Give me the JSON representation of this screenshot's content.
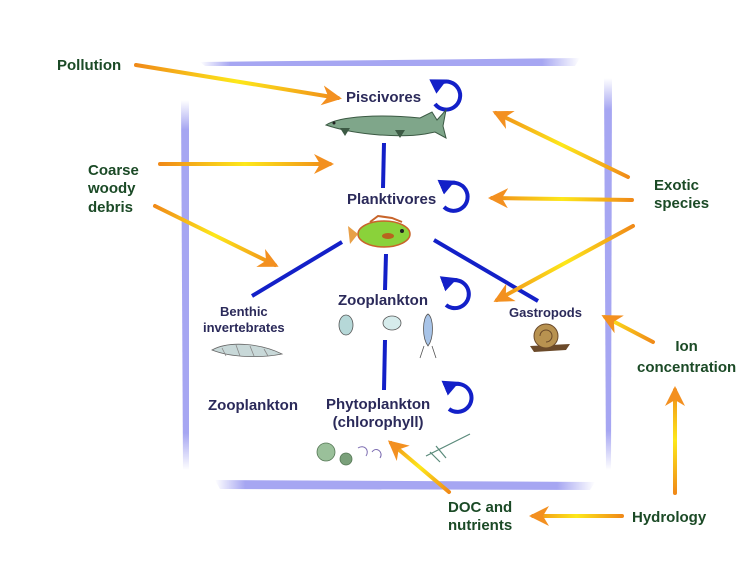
{
  "colors": {
    "frame": "#9c9cf0",
    "link": "#1320c8",
    "driver_arrow_start": "#f08a18",
    "driver_arrow_mid": "#fde81a",
    "driver_text": "#1b4a26",
    "node_text": "#2b2a5a"
  },
  "drivers": {
    "pollution": "Pollution",
    "coarse_woody_debris": [
      "Coarse",
      "woody",
      "debris"
    ],
    "exotic_species": [
      "Exotic",
      "species"
    ],
    "ion_concentration": [
      "Ion",
      "concentration"
    ],
    "hydrology": "Hydrology",
    "doc_nutrients": [
      "DOC and",
      "nutrients"
    ]
  },
  "nodes": {
    "piscivores": {
      "label": "Piscivores",
      "icon": "pike-fish-icon",
      "self_loop": true
    },
    "planktivores": {
      "label": "Planktivores",
      "icon": "sunfish-icon",
      "self_loop": true
    },
    "zooplankton": {
      "label": "Zooplankton",
      "icon": "zooplankton-icon",
      "self_loop": true
    },
    "benthic": {
      "label": [
        "Benthic",
        "invertebrates"
      ],
      "icon": "benthic-larva-icon"
    },
    "gastropods": {
      "label": "Gastropods",
      "icon": "snail-icon"
    },
    "zooplankton_lower": {
      "label": "Zooplankton"
    },
    "phytoplankton": {
      "label": [
        "Phytoplankton",
        "(chlorophyll)"
      ],
      "icon": "phytoplankton-icon",
      "self_loop": true
    }
  },
  "links": [
    [
      "piscivores",
      "planktivores"
    ],
    [
      "planktivores",
      "benthic"
    ],
    [
      "planktivores",
      "zooplankton"
    ],
    [
      "planktivores",
      "gastropods"
    ],
    [
      "zooplankton",
      "phytoplankton"
    ]
  ],
  "influences": [
    [
      "pollution",
      "piscivores"
    ],
    [
      "coarse_woody_debris",
      "planktivores"
    ],
    [
      "coarse_woody_debris",
      "benthic"
    ],
    [
      "exotic_species",
      "piscivores"
    ],
    [
      "exotic_species",
      "planktivores"
    ],
    [
      "exotic_species",
      "gastropods"
    ],
    [
      "ion_concentration",
      "gastropods"
    ],
    [
      "hydrology",
      "ion_concentration"
    ],
    [
      "hydrology",
      "doc_nutrients"
    ],
    [
      "doc_nutrients",
      "phytoplankton"
    ]
  ]
}
